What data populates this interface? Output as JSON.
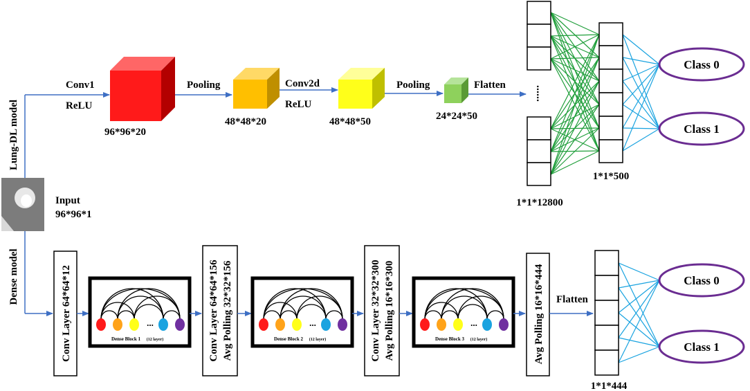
{
  "input": {
    "label": "Input",
    "dims": "96*96*1"
  },
  "branch_labels": {
    "top": "Lung-DL model",
    "bottom": "Dense model"
  },
  "lung_dl": {
    "conv1": "Conv1",
    "relu1": "ReLU",
    "cube1": "96*96*20",
    "pooling1": "Pooling",
    "cube2": "48*48*20",
    "conv2d": "Conv2d",
    "relu2": "ReLU",
    "cube3": "48*48*50",
    "pooling2": "Pooling",
    "cube4": "24*24*50",
    "flatten": "Flatten",
    "dots": "......",
    "flat_dims": "1*1*12800",
    "fc_dims": "1*1*500",
    "class0": "Class 0",
    "class1": "Class 1"
  },
  "dense": {
    "conv_layer": "Conv Layer 64*64*12",
    "block1_name": "Dense Block 1",
    "block1_layers": "(12 layer)",
    "trans1_conv": "Conv Layer 64*64*156",
    "trans1_pool": "Avg Polling 32*32*156",
    "block2_name": "Dense Block 2",
    "block2_layers": "(12 layer)",
    "trans2_conv": "Conv Layer 32*32*300",
    "trans2_pool": "Avg Polling 16*16*300",
    "block3_name": "Dense Block 3",
    "block3_layers": "(12 layer)",
    "final_pool": "Avg Polling 16*16*444",
    "flatten": "Flatten",
    "fc_dims": "1*1*444",
    "ellipsis": "...",
    "class0": "Class 0",
    "class1": "Class 1"
  },
  "colors": {
    "arrow": "#3e6fc4",
    "cube1": "#ff1a1a",
    "cube2": "#ffbf00",
    "cube3": "#ffff1a",
    "cube4": "#8ed15c",
    "green_lines": "#1f9e3a",
    "blue_lines": "#1aa3e0",
    "class_oval": "#6a2c91",
    "node_colors": [
      "#ff1a1a",
      "#ffa31a",
      "#ffff1a",
      "#1aa3e0",
      "#7030a0"
    ]
  }
}
